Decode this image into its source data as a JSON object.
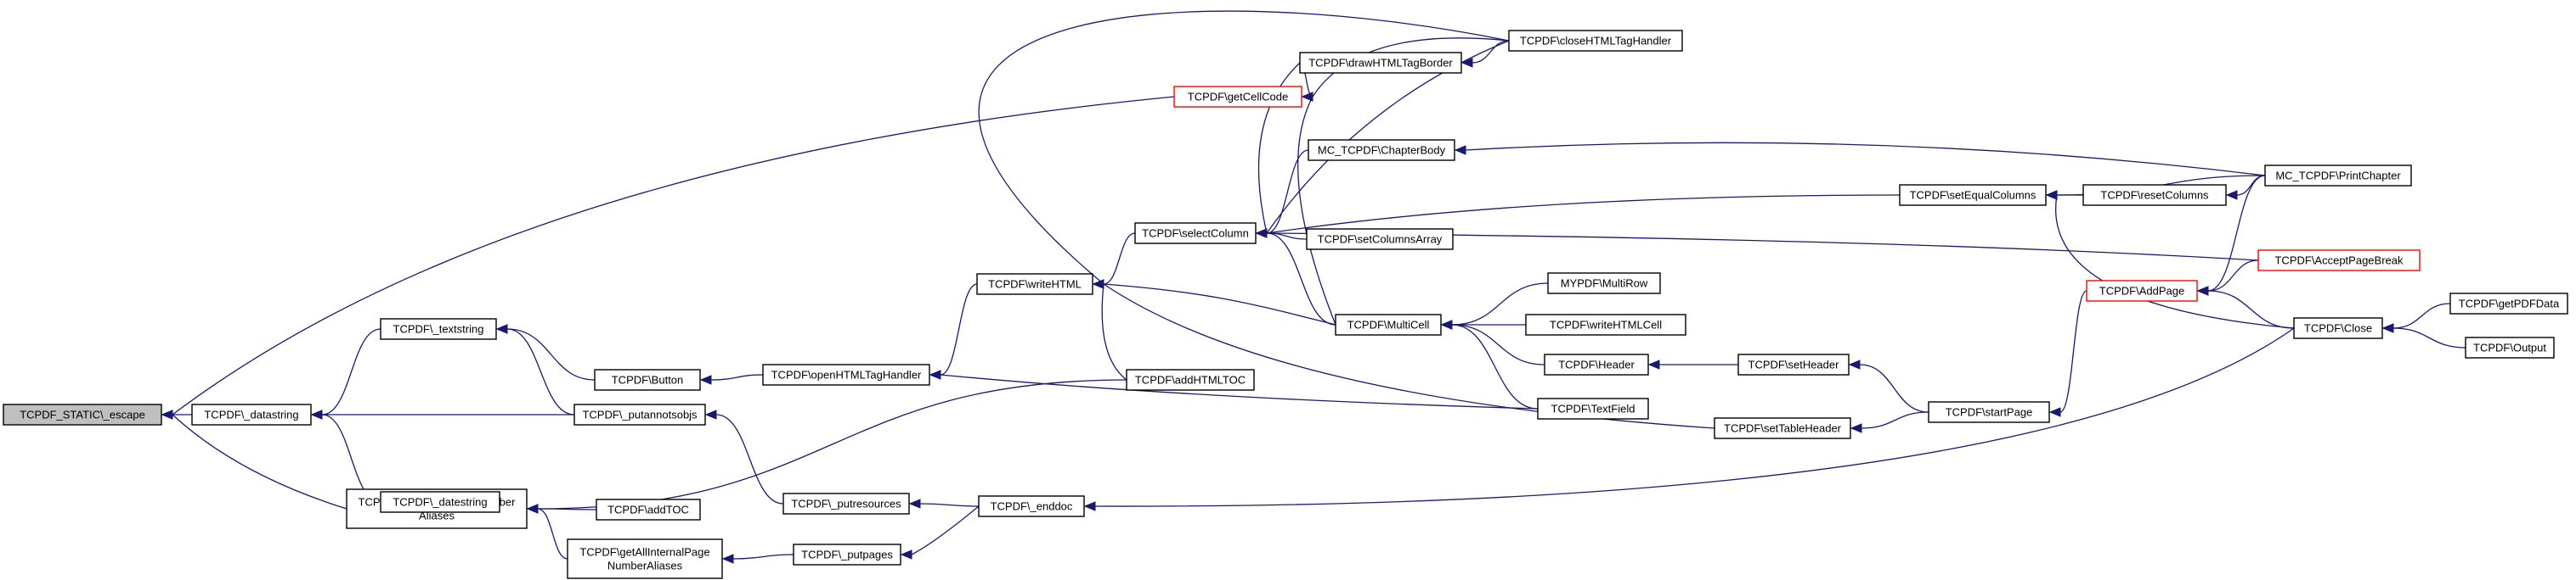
{
  "graph": {
    "colors": {
      "edge": "#191970",
      "root_fill": "#bfbfbf",
      "truncated_border": "#ff0000",
      "node_border": "#000000",
      "background": "#ffffff"
    },
    "nodes": [
      {
        "id": "n0",
        "lines": [
          "TCPDF_STATIC\\_escape"
        ],
        "root": true
      },
      {
        "id": "n1",
        "lines": [
          "TCPDF\\_datastring"
        ]
      },
      {
        "id": "n2",
        "lines": [
          "TCPDF\\getInternalPageNumber",
          "Aliases"
        ]
      },
      {
        "id": "n3",
        "lines": [
          "TCPDF\\getCellCode"
        ],
        "truncated": true
      },
      {
        "id": "n4",
        "lines": [
          "TCPDF\\_textstring"
        ]
      },
      {
        "id": "n5",
        "lines": [
          "TCPDF\\_putannotsobjs"
        ]
      },
      {
        "id": "n6",
        "lines": [
          "TCPDF\\_datestring"
        ]
      },
      {
        "id": "n7",
        "lines": [
          "TCPDF\\addHTMLTOC"
        ]
      },
      {
        "id": "n8",
        "lines": [
          "TCPDF\\addTOC"
        ]
      },
      {
        "id": "n9",
        "lines": [
          "TCPDF\\getAllInternalPage",
          "NumberAliases"
        ]
      },
      {
        "id": "n10",
        "lines": [
          "TCPDF\\Button"
        ]
      },
      {
        "id": "n11",
        "lines": [
          "TCPDF\\openHTMLTagHandler"
        ]
      },
      {
        "id": "n12",
        "lines": [
          "TCPDF\\writeHTML"
        ]
      },
      {
        "id": "n13",
        "lines": [
          "TCPDF\\_putresources"
        ]
      },
      {
        "id": "n14",
        "lines": [
          "TCPDF\\_putpages"
        ]
      },
      {
        "id": "n15",
        "lines": [
          "TCPDF\\_enddoc"
        ]
      },
      {
        "id": "n16",
        "lines": [
          "TCPDF\\selectColumn"
        ]
      },
      {
        "id": "n17",
        "lines": [
          "TCPDF\\drawHTMLTagBorder"
        ]
      },
      {
        "id": "n18",
        "lines": [
          "MC_TCPDF\\ChapterBody"
        ]
      },
      {
        "id": "n19",
        "lines": [
          "TCPDF\\setColumnsArray"
        ]
      },
      {
        "id": "n20",
        "lines": [
          "TCPDF\\MultiCell"
        ]
      },
      {
        "id": "n21",
        "lines": [
          "TCPDF\\closeHTMLTagHandler"
        ]
      },
      {
        "id": "n22",
        "lines": [
          "MYPDF\\MultiRow"
        ]
      },
      {
        "id": "n23",
        "lines": [
          "TCPDF\\writeHTMLCell"
        ]
      },
      {
        "id": "n24",
        "lines": [
          "TCPDF\\Header"
        ]
      },
      {
        "id": "n25",
        "lines": [
          "TCPDF\\TextField"
        ]
      },
      {
        "id": "n26",
        "lines": [
          "TCPDF\\setHeader"
        ]
      },
      {
        "id": "n27",
        "lines": [
          "TCPDF\\setTableHeader"
        ]
      },
      {
        "id": "n28",
        "lines": [
          "TCPDF\\setEqualColumns"
        ]
      },
      {
        "id": "n29",
        "lines": [
          "TCPDF\\startPage"
        ]
      },
      {
        "id": "n30",
        "lines": [
          "TCPDF\\resetColumns"
        ]
      },
      {
        "id": "n31",
        "lines": [
          "TCPDF\\AddPage"
        ],
        "truncated": true
      },
      {
        "id": "n32",
        "lines": [
          "MC_TCPDF\\PrintChapter"
        ]
      },
      {
        "id": "n33",
        "lines": [
          "TCPDF\\AcceptPageBreak"
        ],
        "truncated": true
      },
      {
        "id": "n34",
        "lines": [
          "TCPDF\\Close"
        ]
      },
      {
        "id": "n35",
        "lines": [
          "TCPDF\\getPDFData"
        ]
      },
      {
        "id": "n36",
        "lines": [
          "TCPDF\\Output"
        ]
      }
    ],
    "edges": [
      [
        "n1",
        "n0"
      ],
      [
        "n2",
        "n0"
      ],
      [
        "n3",
        "n0"
      ],
      [
        "n4",
        "n1"
      ],
      [
        "n5",
        "n1"
      ],
      [
        "n6",
        "n1"
      ],
      [
        "n7",
        "n2"
      ],
      [
        "n8",
        "n2"
      ],
      [
        "n9",
        "n2"
      ],
      [
        "n10",
        "n4"
      ],
      [
        "n5",
        "n4"
      ],
      [
        "n13",
        "n5"
      ],
      [
        "n14",
        "n9"
      ],
      [
        "n11",
        "n10"
      ],
      [
        "n12",
        "n11"
      ],
      [
        "n15",
        "n13"
      ],
      [
        "n15",
        "n14"
      ],
      [
        "n16",
        "n12"
      ],
      [
        "n20",
        "n12"
      ],
      [
        "n7",
        "n12"
      ],
      [
        "n21",
        "n12"
      ],
      [
        "n27",
        "n12"
      ],
      [
        "n17",
        "n3"
      ],
      [
        "n21",
        "n3"
      ],
      [
        "n20",
        "n3"
      ],
      [
        "n18",
        "n16"
      ],
      [
        "n19",
        "n16"
      ],
      [
        "n20",
        "n16"
      ],
      [
        "n28",
        "n16"
      ],
      [
        "n17",
        "n16"
      ],
      [
        "n21",
        "n16"
      ],
      [
        "n33",
        "n16"
      ],
      [
        "n21",
        "n17"
      ],
      [
        "n22",
        "n20"
      ],
      [
        "n23",
        "n20"
      ],
      [
        "n24",
        "n20"
      ],
      [
        "n25",
        "n20"
      ],
      [
        "n25",
        "n11"
      ],
      [
        "n26",
        "n24"
      ],
      [
        "n29",
        "n26"
      ],
      [
        "n29",
        "n27"
      ],
      [
        "n30",
        "n28"
      ],
      [
        "n32",
        "n28"
      ],
      [
        "n34",
        "n28"
      ],
      [
        "n32",
        "n18"
      ],
      [
        "n32",
        "n30"
      ],
      [
        "n31",
        "n29"
      ],
      [
        "n32",
        "n31"
      ],
      [
        "n33",
        "n31"
      ],
      [
        "n34",
        "n31"
      ],
      [
        "n34",
        "n15"
      ],
      [
        "n35",
        "n34"
      ],
      [
        "n36",
        "n34"
      ]
    ]
  }
}
